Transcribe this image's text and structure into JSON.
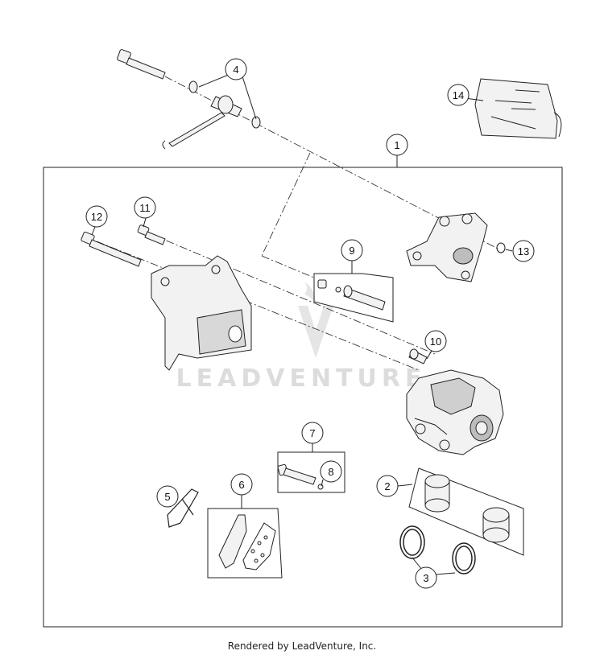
{
  "callouts": {
    "c1": "1",
    "c2": "2",
    "c3": "3",
    "c4": "4",
    "c5": "5",
    "c6": "6",
    "c7": "7",
    "c8": "8",
    "c9": "9",
    "c10": "10",
    "c11": "11",
    "c12": "12",
    "c13": "13",
    "c14": "14"
  },
  "watermark": "LEADVENTURE",
  "footer": "Rendered by LeadVenture, Inc.",
  "colors": {
    "line": "#222222",
    "watermark": "#d9d9d9",
    "part_fill": "#f2f2f2",
    "part_shade": "#9a9a9a"
  }
}
